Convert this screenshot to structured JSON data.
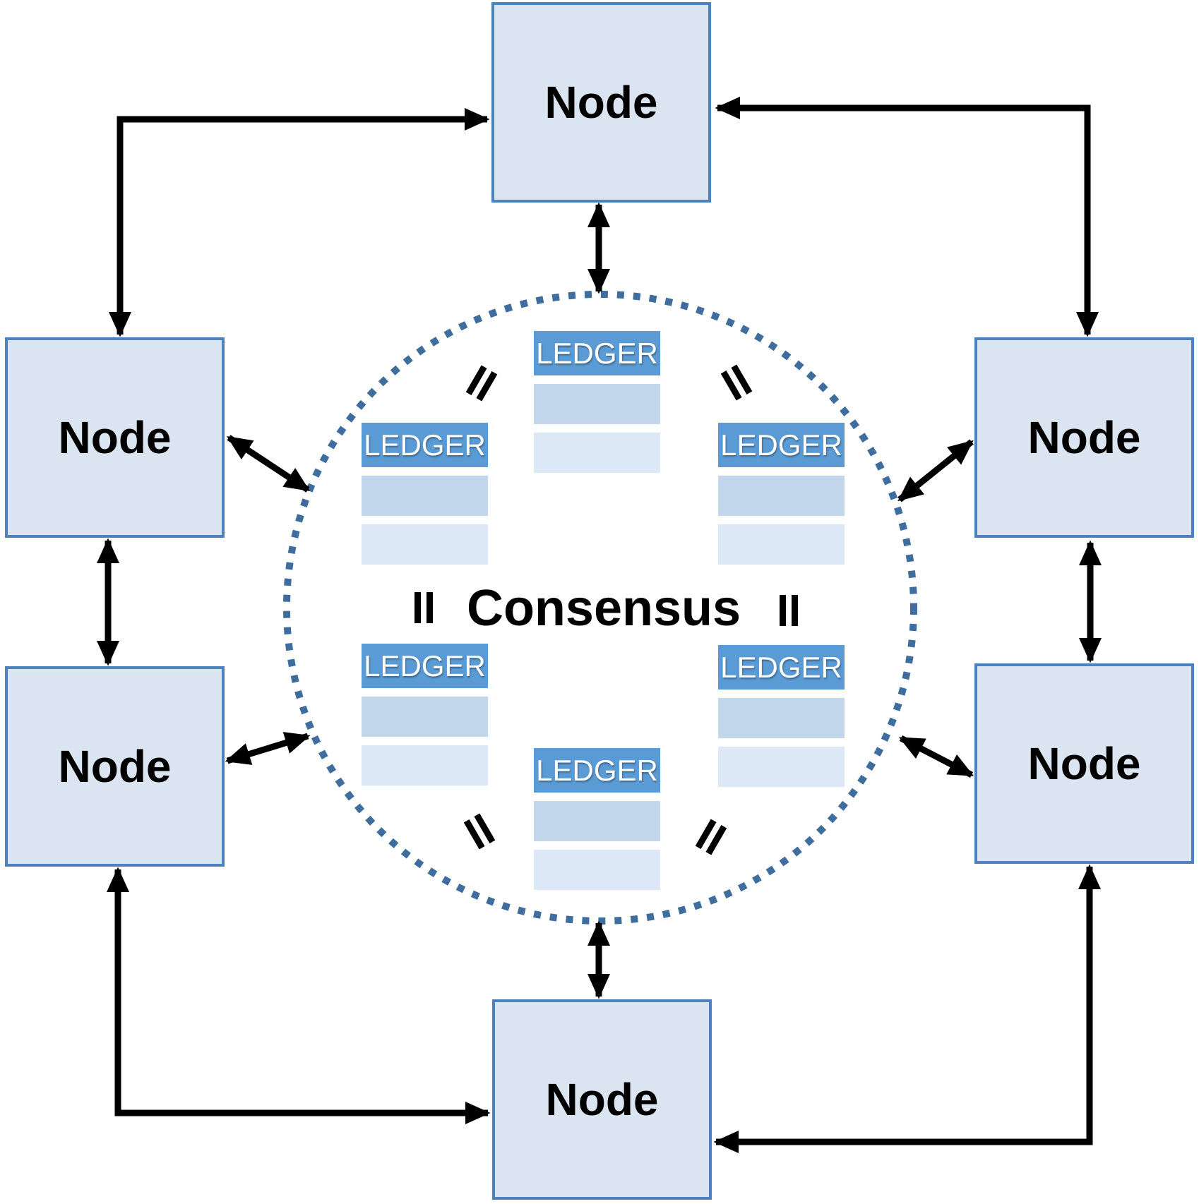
{
  "diagram_type": "peer-to-peer distributed ledger consensus network",
  "nodes": [
    {
      "id": "top",
      "label": "Node"
    },
    {
      "id": "upper-left",
      "label": "Node"
    },
    {
      "id": "upper-right",
      "label": "Node"
    },
    {
      "id": "lower-left",
      "label": "Node"
    },
    {
      "id": "lower-right",
      "label": "Node"
    },
    {
      "id": "bottom",
      "label": "Node"
    }
  ],
  "ledgers": [
    {
      "id": "top",
      "label": "LEDGER"
    },
    {
      "id": "upper-left",
      "label": "LEDGER"
    },
    {
      "id": "upper-right",
      "label": "LEDGER"
    },
    {
      "id": "lower-left",
      "label": "LEDGER"
    },
    {
      "id": "lower-right",
      "label": "LEDGER"
    },
    {
      "id": "bottom",
      "label": "LEDGER"
    }
  ],
  "consensus": {
    "label": "Consensus"
  },
  "equals_signs": {
    "symbol": "=",
    "count": 6,
    "positions": [
      "upper-left",
      "upper-right",
      "middle-left",
      "middle-right",
      "lower-left",
      "lower-right"
    ]
  },
  "connections": {
    "corner_links": 4,
    "double_arrows_node_to_circle": 6,
    "double_arrows_node_to_node": 2
  },
  "colors": {
    "node_fill": "#dbe5f1",
    "node_border": "#4f81bd",
    "ledger_header": "#5b9bd5",
    "ledger_row_medium": "#c2d7ec",
    "ledger_row_light": "#dce8f5",
    "dotted_circle": "#3e6d9e",
    "arrow": "#000000",
    "text": "#000000",
    "ledger_text": "#ffffff"
  }
}
